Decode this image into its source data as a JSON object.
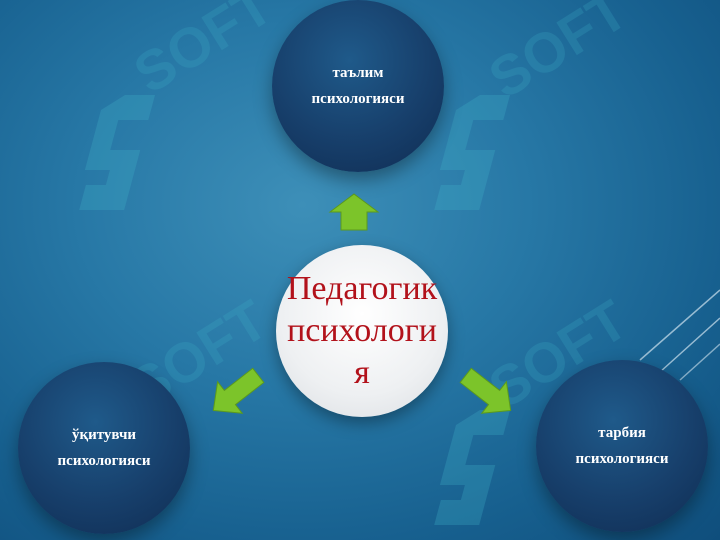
{
  "diagram": {
    "center": {
      "lines": [
        "Педагогик",
        "психологи",
        "я"
      ]
    },
    "nodes": {
      "top": {
        "lines": [
          "таълим",
          "психологияси"
        ]
      },
      "left": {
        "lines": [
          "ўқитувчи",
          "психологияси"
        ]
      },
      "right": {
        "lines": [
          "тарбия",
          "психологияси"
        ]
      }
    }
  },
  "watermark": {
    "text": "SOFT"
  },
  "colors": {
    "background": "#2778a6",
    "node_dark": "#173f6b",
    "center_text": "#b2121b",
    "arrow": "#7cc42a",
    "watermark": "#3fb3c9"
  }
}
